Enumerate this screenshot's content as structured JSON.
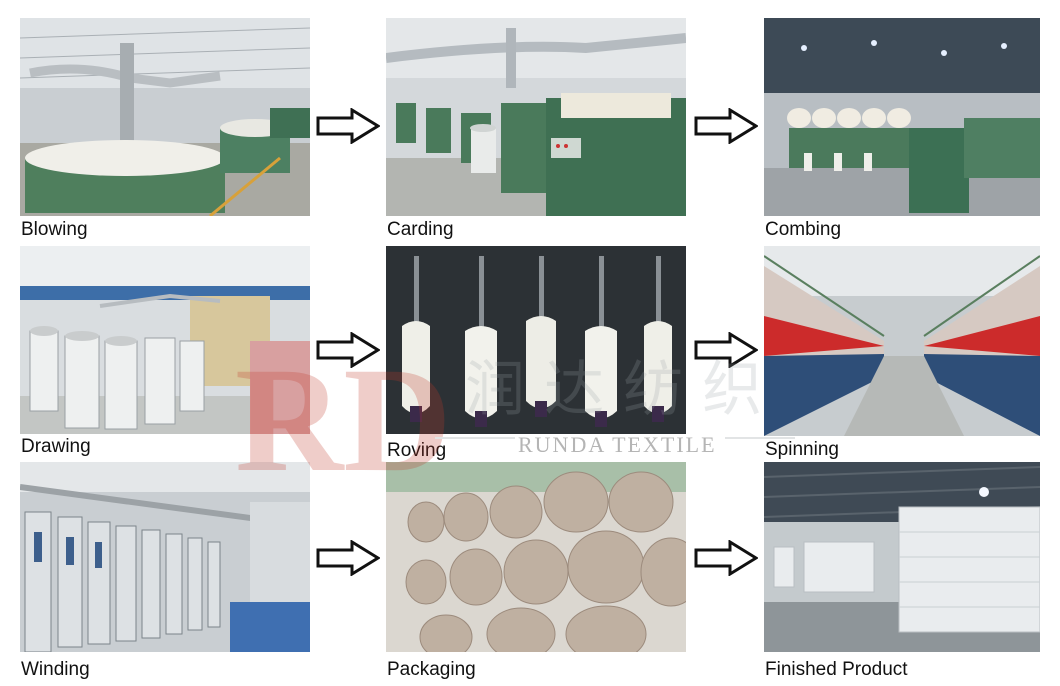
{
  "steps": [
    {
      "label": "Blowing"
    },
    {
      "label": "Carding"
    },
    {
      "label": "Combing"
    },
    {
      "label": "Drawing"
    },
    {
      "label": "Roving"
    },
    {
      "label": "Spinning"
    },
    {
      "label": "Winding"
    },
    {
      "label": "Packaging"
    },
    {
      "label": "Finished Product"
    }
  ],
  "watermark": {
    "logo": "RD",
    "text": "RUNDA TEXTILE"
  },
  "colors": {
    "arrow_stroke": "#111111",
    "watermark_red": "#c0392b"
  }
}
